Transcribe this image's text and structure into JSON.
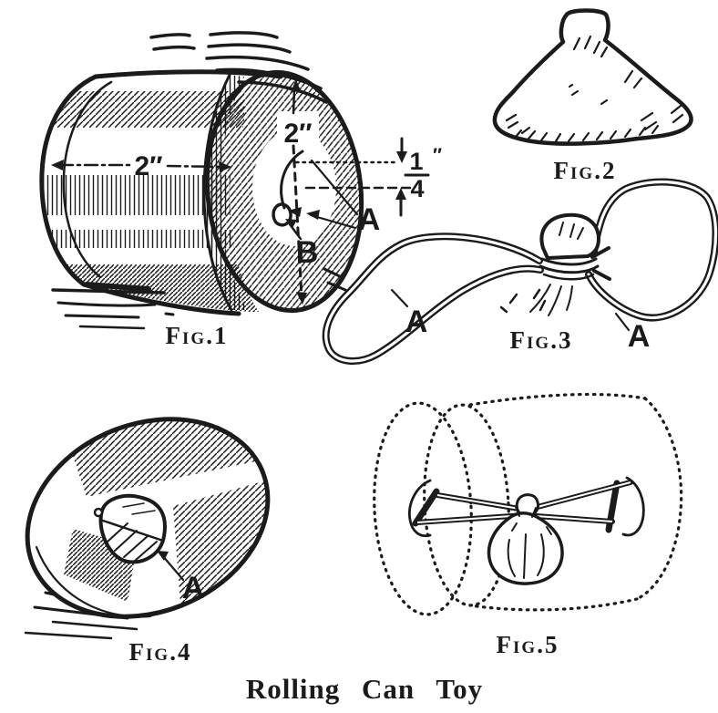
{
  "page": {
    "title": "Rolling Can Toy",
    "ink_color": "#1b1b1b",
    "paper_color": "#ffffff"
  },
  "fig1": {
    "caption": "Fig.1",
    "dims": {
      "length": "2″",
      "diameter": "2″",
      "offset_numerator": "1",
      "offset_denominator": "4",
      "offset_unit": "″"
    },
    "labels": {
      "hole": "A",
      "hole_b": "B"
    }
  },
  "fig2": {
    "caption": "Fig.2"
  },
  "fig3": {
    "caption": "Fig.3",
    "labels": {
      "left_band": "A",
      "right_band": "A"
    }
  },
  "fig4": {
    "caption": "Fig.4",
    "labels": {
      "cork": "A"
    }
  },
  "fig5": {
    "caption": "Fig.5"
  }
}
